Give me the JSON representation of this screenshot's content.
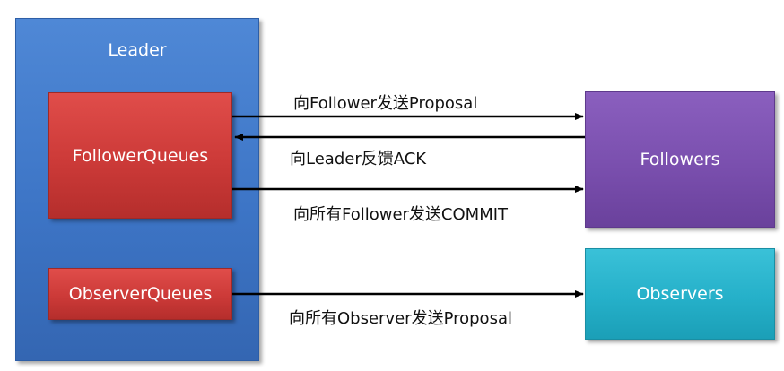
{
  "leader": {
    "title": "Leader"
  },
  "nodes": {
    "follower_queues": "FollowerQueues",
    "observer_queues": "ObserverQueues",
    "followers": "Followers",
    "observers": "Observers"
  },
  "messages": {
    "send_proposal_to_follower": "向Follower发送Proposal",
    "ack_to_leader": "向Leader反馈ACK",
    "commit_to_all_followers": "向所有Follower发送COMMIT",
    "proposal_to_all_observers": "向所有Observer发送Proposal"
  },
  "colors": {
    "leader": "#3d75c6",
    "queues": "#cc3a38",
    "followers": "#7a4fae",
    "observers": "#25b0c9",
    "arrow": "#000000"
  }
}
